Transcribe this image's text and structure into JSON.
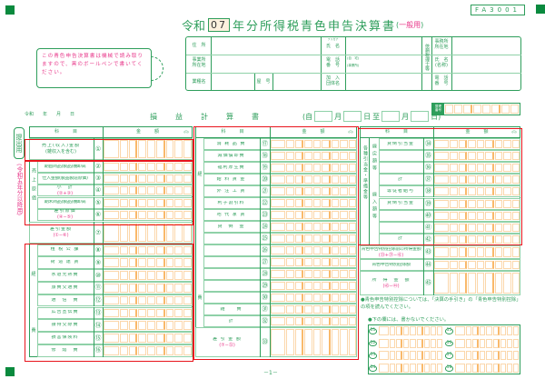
{
  "form_code": "FA3001",
  "title": {
    "era": "令和",
    "year": "07",
    "main": "年分所得税青色申告決算書",
    "kind_open": "(",
    "kind": "一般用",
    "kind_close": ")"
  },
  "notice": "この青色申告決算書は機械で読み取りますので、黒のボールペンで書いてください。",
  "header": {
    "address": "住　所",
    "office": "事業所\n所在地",
    "business": "業種名",
    "trade_name": "屋　号",
    "furigana": "フリガナ",
    "name": "氏　名",
    "phone": "電　話\n番　号",
    "phone_home": "(自　宅)",
    "phone_office": "(事業所)",
    "group": "加　入\n団体名",
    "agent": "依頼税理士等",
    "agent_office": "事務所\n所在地",
    "agent_name": "氏　名\n(名称)",
    "agent_phone": "電　話\n番　号"
  },
  "date_label": "令和　　年　　月　　日",
  "pl": {
    "title": "損　益　計　算　書",
    "from": "(自",
    "month": "月",
    "day": "日",
    "to": "至",
    "close": "日)"
  },
  "ref_no": "整理\n番号",
  "submit": "提出用",
  "version": "(令和五年分以降用)",
  "col_subject": "科　　　目",
  "col_amount": "金　　　額",
  "yen": "(円)",
  "left": {
    "group_cost": "売上原価",
    "group_exp_top": "経",
    "group_exp_bottom": "費",
    "rows": [
      {
        "label": "売上(収入)金額",
        "sub": "(雑収入を含む)",
        "num": "①"
      },
      {
        "label": "期首商品(製品)棚卸高",
        "num": "②"
      },
      {
        "label": "仕入金額(製品製造原価)",
        "num": "③"
      },
      {
        "label": "小　計",
        "formula": "(②+③)",
        "num": "④"
      },
      {
        "label": "期末商品(製品)棚卸高",
        "num": "⑤"
      },
      {
        "label": "差引原価",
        "formula": "(④−⑤)",
        "num": "⑥"
      },
      {
        "label": "差引金額",
        "formula": "(①−⑥)",
        "num": "⑦"
      },
      {
        "label": "租 税 公 課",
        "num": "⑧"
      },
      {
        "label": "荷 造 運 賃",
        "num": "⑨"
      },
      {
        "label": "水道光熱費",
        "num": "⑩"
      },
      {
        "label": "旅費交通費",
        "num": "⑪"
      },
      {
        "label": "通　信　費",
        "num": "⑫"
      },
      {
        "label": "広告宣伝費",
        "num": "⑬"
      },
      {
        "label": "接待交際費",
        "num": "⑭"
      },
      {
        "label": "損害保険料",
        "num": "⑮"
      },
      {
        "label": "修　繕　費",
        "num": "⑯"
      }
    ]
  },
  "middle": {
    "group_top": "経",
    "group_bottom": "費",
    "rows": [
      {
        "label": "消 耗 品 費",
        "num": "⑰"
      },
      {
        "label": "減価償却費",
        "num": "⑱"
      },
      {
        "label": "福利厚生費",
        "num": "⑲"
      },
      {
        "label": "給 料 賃 金",
        "num": "⑳"
      },
      {
        "label": "外 注 工 賃",
        "num": "㉑"
      },
      {
        "label": "利子割引料",
        "num": "㉒"
      },
      {
        "label": "地 代 家 賃",
        "num": "㉓"
      },
      {
        "label": "貸　倒　金",
        "num": "㉔"
      },
      {
        "label": "",
        "num": "㉕"
      },
      {
        "label": "",
        "num": "㉖"
      },
      {
        "label": "",
        "num": "㉗"
      },
      {
        "label": "",
        "num": "㉘"
      },
      {
        "label": "",
        "num": "㉙"
      },
      {
        "label": "",
        "num": "㉚"
      },
      {
        "label": "雑　　費",
        "num": "㉛"
      },
      {
        "label": "計",
        "num": "㉜"
      }
    ],
    "total": {
      "label": "差 引 金 額",
      "formula": "(⑦−㉜)",
      "num": "㉝"
    }
  },
  "right": {
    "group": "各種引当金・準備金等",
    "group_back": "繰戻額等",
    "group_in": "繰入額等",
    "rows": [
      {
        "label": "貸倒引当金",
        "num": "㉞"
      },
      {
        "label": "",
        "num": "㉟"
      },
      {
        "label": "",
        "num": "㊱"
      },
      {
        "label": "計",
        "num": "㊲"
      },
      {
        "label": "専従者給与",
        "num": "㊳"
      },
      {
        "label": "貸倒引当金",
        "num": "㊴"
      },
      {
        "label": "",
        "num": "㊵"
      },
      {
        "label": "",
        "num": "㊶"
      },
      {
        "label": "計",
        "num": "㊷"
      }
    ],
    "pre_deduction": {
      "label": "青色申告特別控除前の所得金額",
      "formula": "(㉝+㊲−㊷)",
      "num": "㊸"
    },
    "deduction": {
      "label": "青色申告特別控除額",
      "num": "㊹"
    },
    "income": {
      "label": "所　得　金　額",
      "formula": "(㊸−㊹)",
      "num": "㊺"
    },
    "note": "●青色申告特別控除については、「決算の手引き」の「青色申告特別控除」の項を読んでください。",
    "office_only": "●下の欄には、書かないでください。",
    "office_cells": [
      "51",
      "52",
      "53",
      "54",
      "55",
      "56",
      "57",
      "58"
    ]
  },
  "page": "－1－"
}
